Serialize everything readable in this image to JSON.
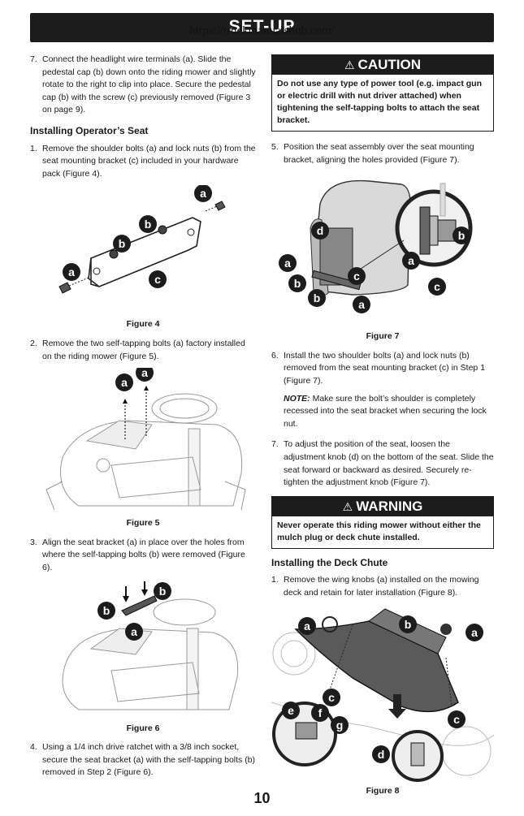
{
  "header": {
    "title": "SET-UP",
    "watermark_url": "https://truckmanualshub.com/"
  },
  "left": {
    "step7": {
      "num": "7.",
      "text": "Connect the headlight wire terminals (a). Slide the pedestal cap (b) down onto the riding mower and slightly rotate to the right to clip into place. Secure the pedestal cap (b) with the screw (c) previously removed (Figure 3 on page 9)."
    },
    "section_title": "Installing Operator’s Seat",
    "step1": {
      "num": "1.",
      "text": "Remove the shoulder bolts (a) and lock nuts (b) from the seat mounting bracket (c) included in your hardware pack (Figure 4)."
    },
    "fig4": {
      "caption": "Figure 4",
      "labels": [
        "a",
        "b",
        "b",
        "a",
        "c"
      ]
    },
    "step2": {
      "num": "2.",
      "text": "Remove the two self-tapping bolts (a) factory installed on the riding mower (Figure 5)."
    },
    "fig5": {
      "caption": "Figure 5",
      "labels": [
        "a",
        "a"
      ]
    },
    "step3": {
      "num": "3.",
      "text": "Align the seat bracket (a) in place over the holes from where the self-tapping bolts (b) were removed (Figure 6)."
    },
    "fig6": {
      "caption": "Figure 6",
      "labels": [
        "b",
        "b",
        "a"
      ]
    },
    "step4": {
      "num": "4.",
      "text": "Using a 1/4 inch drive ratchet with a 3/8 inch socket, secure the seat bracket (a) with the self-tapping bolts (b) removed in Step 2 (Figure 6)."
    }
  },
  "right": {
    "caution": {
      "title": "CAUTION",
      "text": "Do not use any type of power tool (e.g. impact gun or electric drill with nut driver attached) when tightening the self-tapping bolts to attach the seat bracket."
    },
    "step5": {
      "num": "5.",
      "text": "Position the seat assembly over the seat mounting bracket, aligning the holes provided (Figure 7)."
    },
    "fig7": {
      "caption": "Figure 7",
      "labels": [
        "d",
        "a",
        "c",
        "b",
        "b",
        "a",
        "a",
        "b",
        "c"
      ]
    },
    "step6": {
      "num": "6.",
      "text": "Install the two shoulder bolts (a) and lock nuts (b) removed from the seat mounting bracket (c) in Step 1 (Figure 7)."
    },
    "note": {
      "label": "NOTE:",
      "text": " Make sure the bolt’s shoulder is completely recessed into the seat bracket when securing the lock nut."
    },
    "step7": {
      "num": "7.",
      "text": "To adjust the position of the seat, loosen the adjustment knob (d) on the bottom of the seat. Slide the seat forward or backward as desired. Securely re-tighten the adjustment knob (Figure 7)."
    },
    "warning": {
      "title": "WARNING",
      "text": "Never operate this riding mower without either the mulch plug or deck chute installed."
    },
    "section_title": "Installing the Deck Chute",
    "step1": {
      "num": "1.",
      "text": "Remove the wing knobs (a) installed on the mowing deck and retain for later installation (Figure 8)."
    },
    "fig8": {
      "caption": "Figure 8",
      "labels": [
        "a",
        "b",
        "a",
        "c",
        "e",
        "f",
        "g",
        "c",
        "d"
      ]
    }
  },
  "page_number": "10",
  "colors": {
    "bar": "#1c1c1c",
    "callout_bg": "#1c1c1c",
    "text": "#1a1a1a"
  }
}
